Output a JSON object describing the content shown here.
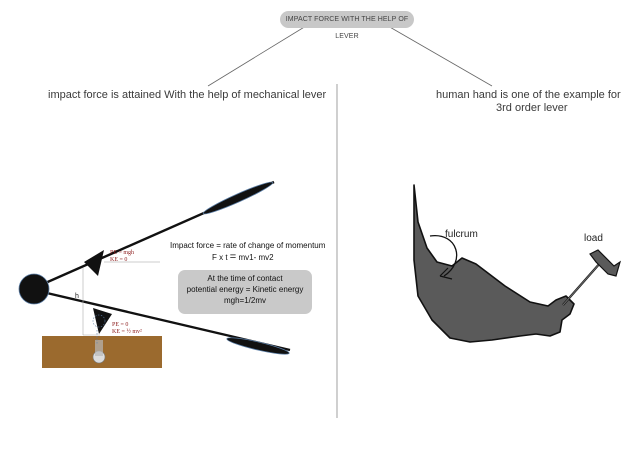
{
  "title": "IMPACT FORCE WITH THE HELP OF LEVER",
  "left_heading": "impact force is attained With the help of mechanical lever",
  "right_heading_line1": "human hand  is one of the example for",
  "right_heading_line2": "3rd order lever",
  "equation_line1": "Impact force = rate of change of momentum",
  "equation_line2_prefix": "F x t",
  "equation_line2_eq": "=",
  "equation_line2_suffix": "mv1- mv2",
  "box_line1": "At the time of contact",
  "box_line2": "potential energy = Kinetic energy",
  "box_line3": "mgh=1/2mv",
  "upper_pe": "PE =  mgh",
  "upper_ke": "KE = 0",
  "lower_pe": "PE = 0",
  "lower_ke": "KE = ½ mv²",
  "height_label": "h",
  "fulcrum_label": "fulcrum",
  "load_label": "load",
  "colors": {
    "pill": "#c8c8c8",
    "ground": "#9b6a2e",
    "arm": "#5a5a5a",
    "energy_text": "#8b1a1a"
  }
}
